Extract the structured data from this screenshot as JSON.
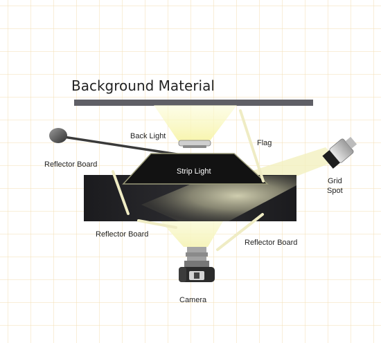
{
  "labels": {
    "title": "Background Material",
    "back_light": "Back Light",
    "flag": "Flag",
    "reflector_left": "Reflector Board",
    "strip_light": "Strip Light",
    "grid_line1": "Grid",
    "grid_line2": "Spot",
    "reflector_bottom_left": "Reflector Board",
    "reflector_bottom_right": "Reflector Board",
    "camera": "Camera"
  },
  "colors": {
    "grid_line": "#f3ddb0",
    "background_bar": "#5f5f66",
    "light_beam": "#f2f2a6",
    "table_dark": "#222226",
    "strip_light": "#121212",
    "flag": "#efecc4"
  },
  "icons": [
    "reflector-dish-icon",
    "back-light-icon",
    "grid-spot-icon",
    "camera-icon",
    "camera-lens-icon"
  ]
}
